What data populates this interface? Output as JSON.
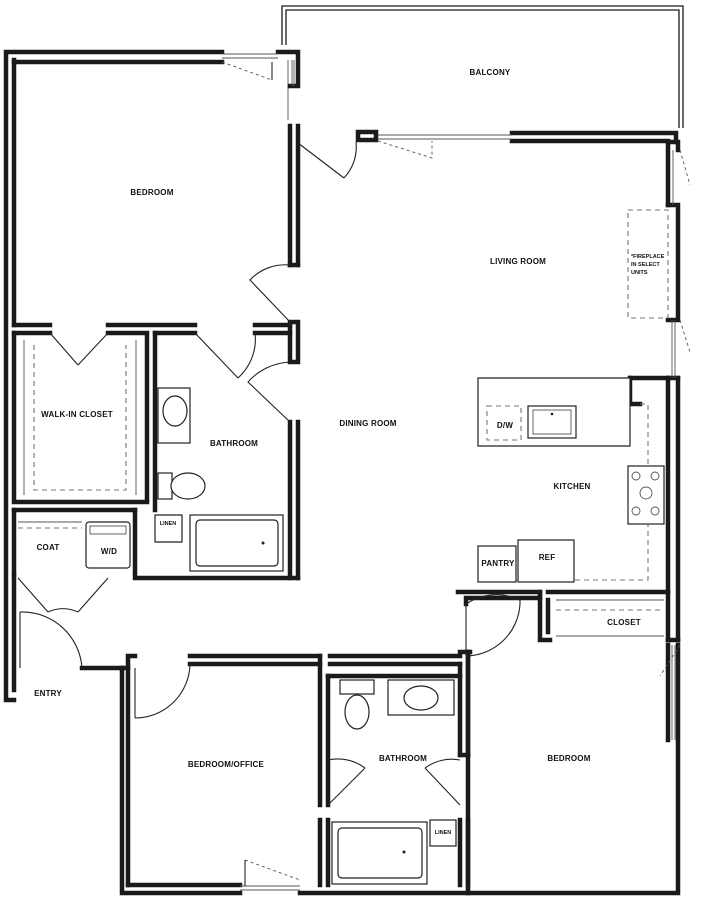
{
  "rooms": {
    "balcony": "BALCONY",
    "bedroom_top": "BEDROOM",
    "living_room": "LIVING ROOM",
    "fireplace_note": [
      "*FIREPLACE",
      "IN SELECT",
      "UNITS"
    ],
    "walk_in_closet": "WALK-IN CLOSET",
    "bathroom_top": "BATHROOM",
    "dining_room": "DINING ROOM",
    "dw": "D/W",
    "kitchen": "KITCHEN",
    "coat": "COAT",
    "wd": "W/D",
    "linen_top": "LINEN",
    "pantry": "PANTRY",
    "ref": "REF",
    "closet": "CLOSET",
    "entry": "ENTRY",
    "bedroom_office": "BEDROOM/OFFICE",
    "bathroom_bottom": "BATHROOM",
    "bedroom_bottom": "BEDROOM",
    "linen_bottom": "LINEN"
  }
}
